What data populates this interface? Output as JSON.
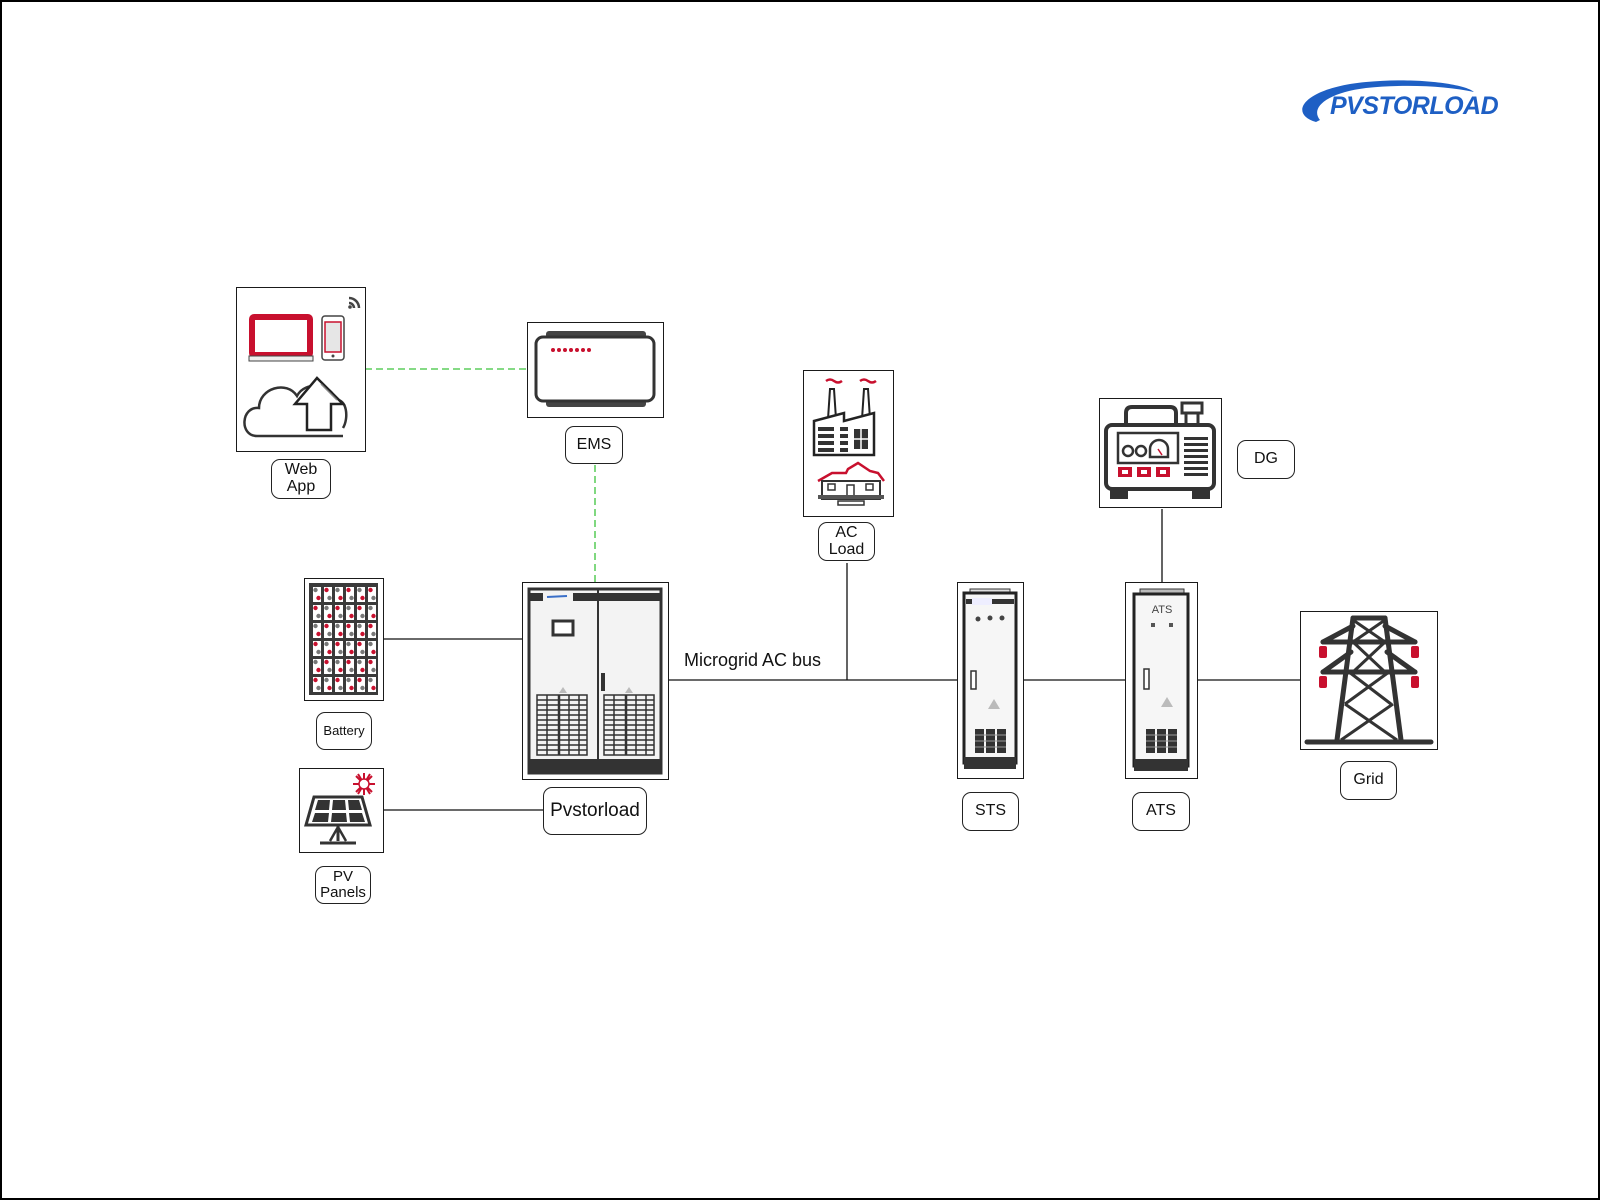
{
  "logo": {
    "text": "PVSTORLOAD",
    "color": "#1e5fc4"
  },
  "colors": {
    "comm_line": "#3cc43c",
    "power_line": "#111111",
    "accent_red": "#c8102e",
    "device_gray": "#3a3a3a"
  },
  "bus_label": "Microgrid AC bus",
  "nodes": {
    "webapp": {
      "label": "Web\nApp",
      "icon": "devices-cloud-upload-icon"
    },
    "ems": {
      "label": "EMS",
      "icon": "ems-controller-icon"
    },
    "acload": {
      "label": "AC\nLoad",
      "icon": "factory-house-icon"
    },
    "dg": {
      "label": "DG",
      "icon": "diesel-generator-icon"
    },
    "battery": {
      "label": "Battery",
      "icon": "battery-rack-icon"
    },
    "pvstorload": {
      "label": "Pvstorload",
      "icon": "inverter-cabinet-icon"
    },
    "pv": {
      "label": "PV\nPanels",
      "icon": "solar-panel-icon"
    },
    "sts": {
      "label": "STS",
      "icon": "sts-cabinet-icon"
    },
    "ats": {
      "label": "ATS",
      "icon": "ats-cabinet-icon",
      "cabinet_text": "ATS"
    },
    "grid": {
      "label": "Grid",
      "icon": "transmission-tower-icon"
    }
  },
  "connections": [
    {
      "from": "webapp",
      "to": "ems",
      "type": "communication"
    },
    {
      "from": "ems",
      "to": "pvstorload",
      "type": "communication"
    },
    {
      "from": "battery",
      "to": "pvstorload",
      "type": "power"
    },
    {
      "from": "pv",
      "to": "pvstorload",
      "type": "power"
    },
    {
      "from": "pvstorload",
      "to": "sts",
      "type": "power",
      "label": "Microgrid AC bus"
    },
    {
      "from": "acload",
      "to": "bus",
      "type": "power"
    },
    {
      "from": "sts",
      "to": "ats",
      "type": "power"
    },
    {
      "from": "dg",
      "to": "ats",
      "type": "power"
    },
    {
      "from": "ats",
      "to": "grid",
      "type": "power"
    }
  ]
}
